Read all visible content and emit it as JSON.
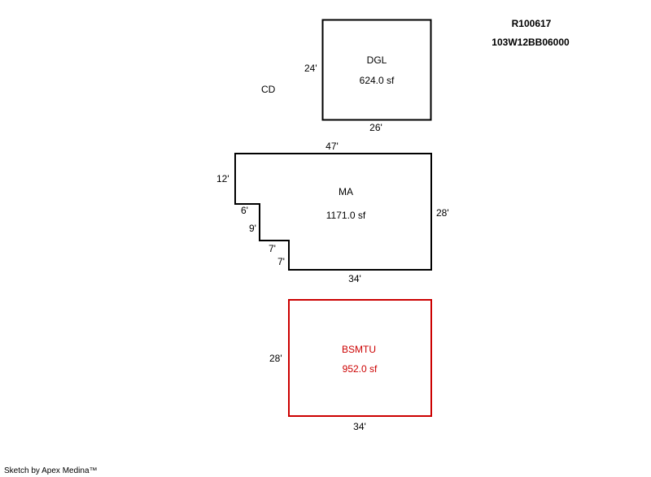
{
  "header": {
    "parcel_id": "R100617",
    "map_number": "103W12BB06000"
  },
  "areas": {
    "cd": {
      "name": "CD"
    },
    "dgl": {
      "name": "DGL",
      "area": "624.0 sf",
      "dim_left": "24'",
      "dim_bottom": "26'",
      "stroke": "#000000"
    },
    "ma": {
      "name": "MA",
      "area": "1171.0 sf",
      "dim_top": "47'",
      "dim_left": "12'",
      "dim_step1_h": "6'",
      "dim_step1_v": "9'",
      "dim_step2_h": "7'",
      "dim_step2_v": "7'",
      "dim_bottom": "34'",
      "dim_right": "28'",
      "stroke": "#000000"
    },
    "bsmtu": {
      "name": "BSMTU",
      "area": "952.0 sf",
      "dim_left": "28'",
      "dim_bottom": "34'",
      "stroke": "#cc0000"
    }
  },
  "footer": {
    "credit": "Sketch by Apex Medina™"
  }
}
